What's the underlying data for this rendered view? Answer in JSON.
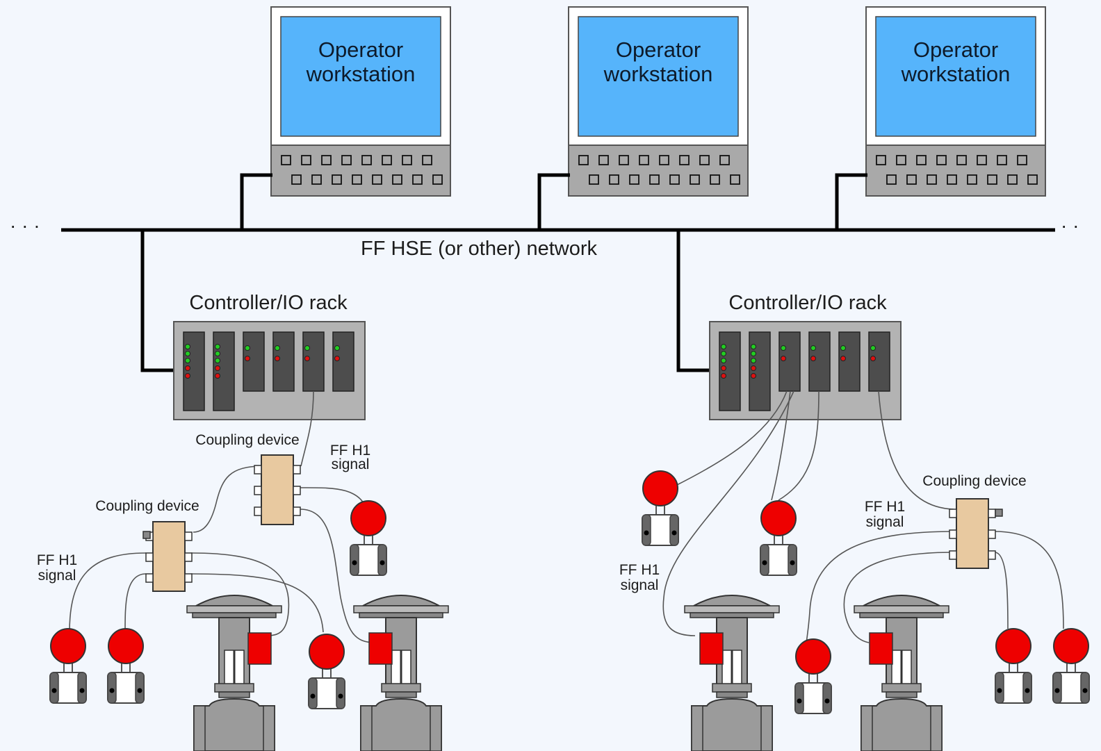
{
  "workstations": [
    {
      "line1": "Operator",
      "line2": "workstation"
    },
    {
      "line1": "Operator",
      "line2": "workstation"
    },
    {
      "line1": "Operator",
      "line2": "workstation"
    }
  ],
  "network": {
    "label": "FF HSE (or other) network",
    "ellipsis_left": "· · ·",
    "ellipsis_right": "· ·"
  },
  "racks": [
    {
      "label": "Controller/IO rack"
    },
    {
      "label": "Controller/IO rack"
    }
  ],
  "coupling_devices": [
    {
      "label": "Coupling device"
    },
    {
      "label": "Coupling device"
    },
    {
      "label": "Coupling device"
    }
  ],
  "signals": [
    {
      "line1": "FF H1",
      "line2": "signal"
    },
    {
      "line1": "FF H1",
      "line2": "signal"
    },
    {
      "line1": "FF H1",
      "line2": "signal"
    },
    {
      "line1": "FF H1",
      "line2": "signal"
    }
  ],
  "colors": {
    "screen": "#56b4fb",
    "panel": "#aaaaaa",
    "rack_body": "#b3b3b3",
    "rack_card": "#4d4d4d",
    "led_green": "#22cc22",
    "led_red": "#dd1111",
    "coupler": "#e8c9a0",
    "transmitter_head": "#ee0000",
    "valve_body": "#9b9b9b",
    "background": "#f3f7fd"
  }
}
